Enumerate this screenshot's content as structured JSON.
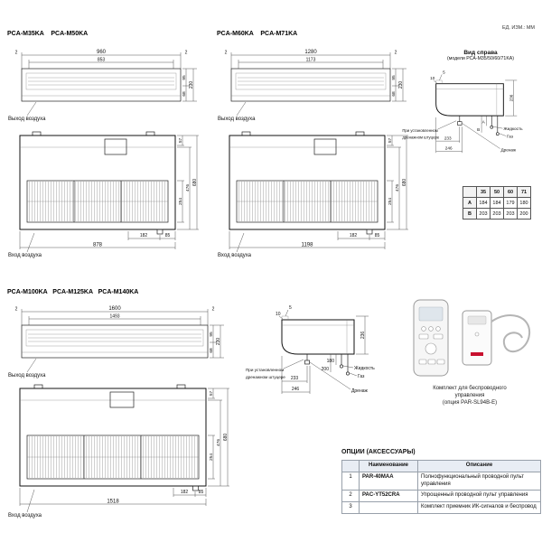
{
  "header": {
    "units_note": "ЕД. ИЗМ.: ММ"
  },
  "labels": {
    "air_out": "Выход воздуха",
    "air_in": "Вход воздуха"
  },
  "sections": {
    "s35_50": {
      "title": "PCA-M35KA    PCA-M50KA",
      "panel": {
        "overall": "960",
        "opening": "853",
        "margin_l": "2",
        "margin_r": "2",
        "h_upper": "95",
        "h_lower": "68",
        "height": "230"
      },
      "body": {
        "overall": "878",
        "drain_span": "182",
        "drain_edge": "85",
        "h_top": "57",
        "h_mid": "476",
        "h_grille": "254",
        "height": "680"
      }
    },
    "s60_71": {
      "title": "PCA-M60KA    PCA-M71KA",
      "panel": {
        "overall": "1280",
        "opening": "1173",
        "margin_l": "2",
        "margin_r": "2",
        "h_upper": "95",
        "h_lower": "68",
        "height": "230"
      },
      "body": {
        "overall": "1198",
        "drain_span": "182",
        "drain_edge": "85",
        "h_top": "57",
        "h_mid": "476",
        "h_grille": "254",
        "height": "680"
      }
    },
    "s100_140": {
      "title": "PCA-M100KA   PCA-M125KA   PCA-M140KA",
      "panel": {
        "overall": "1600",
        "opening": "1493",
        "margin_l": "2",
        "margin_r": "2",
        "h_upper": "95",
        "h_lower": "68",
        "height": "230"
      },
      "body": {
        "overall": "1518",
        "drain_span": "182",
        "drain_edge": "85",
        "h_top": "57",
        "h_mid": "476",
        "h_grille": "254",
        "height": "680"
      }
    }
  },
  "side_view": {
    "title": "Вид справа",
    "models": "(модели PCA-M35/50/60/71KA)",
    "lip_a": "5",
    "lip_b": "10",
    "height": "236",
    "liquid": "Жидкость",
    "gas": "Газ",
    "drain": "Дренаж",
    "dim_a": "A",
    "dim_b": "B",
    "liquid_h": "180",
    "gas_h": "200",
    "drain_x1": "233",
    "drain_x2": "246",
    "note1": "При установленном",
    "note2": "дренажном штуцере"
  },
  "ab_table": {
    "corner": "",
    "cols": [
      "35",
      "50",
      "60",
      "71"
    ],
    "row_a_label": "A",
    "row_a": [
      "184",
      "184",
      "179",
      "180"
    ],
    "row_b_label": "B",
    "row_b": [
      "203",
      "203",
      "203",
      "200"
    ]
  },
  "wireless_kit": {
    "line1": "Комплект для беспроводного",
    "line2": "управления",
    "line3": "(опция PAR-SL94B-E)"
  },
  "options": {
    "title": "ОПЦИИ (АКСЕССУАРЫ)",
    "col_num": "",
    "col_name": "Наименование",
    "col_desc": "Описание",
    "rows": [
      {
        "num": "1",
        "name": "PAR-40MAA",
        "desc": "Полнофункциональный проводной пульт управления"
      },
      {
        "num": "2",
        "name": "PAC-YT52CRA",
        "desc": "Упрощенный проводной пульт управления"
      },
      {
        "num": "3",
        "name": "",
        "desc": "Комплект приемник ИК-сигналов и беспровод"
      }
    ]
  }
}
